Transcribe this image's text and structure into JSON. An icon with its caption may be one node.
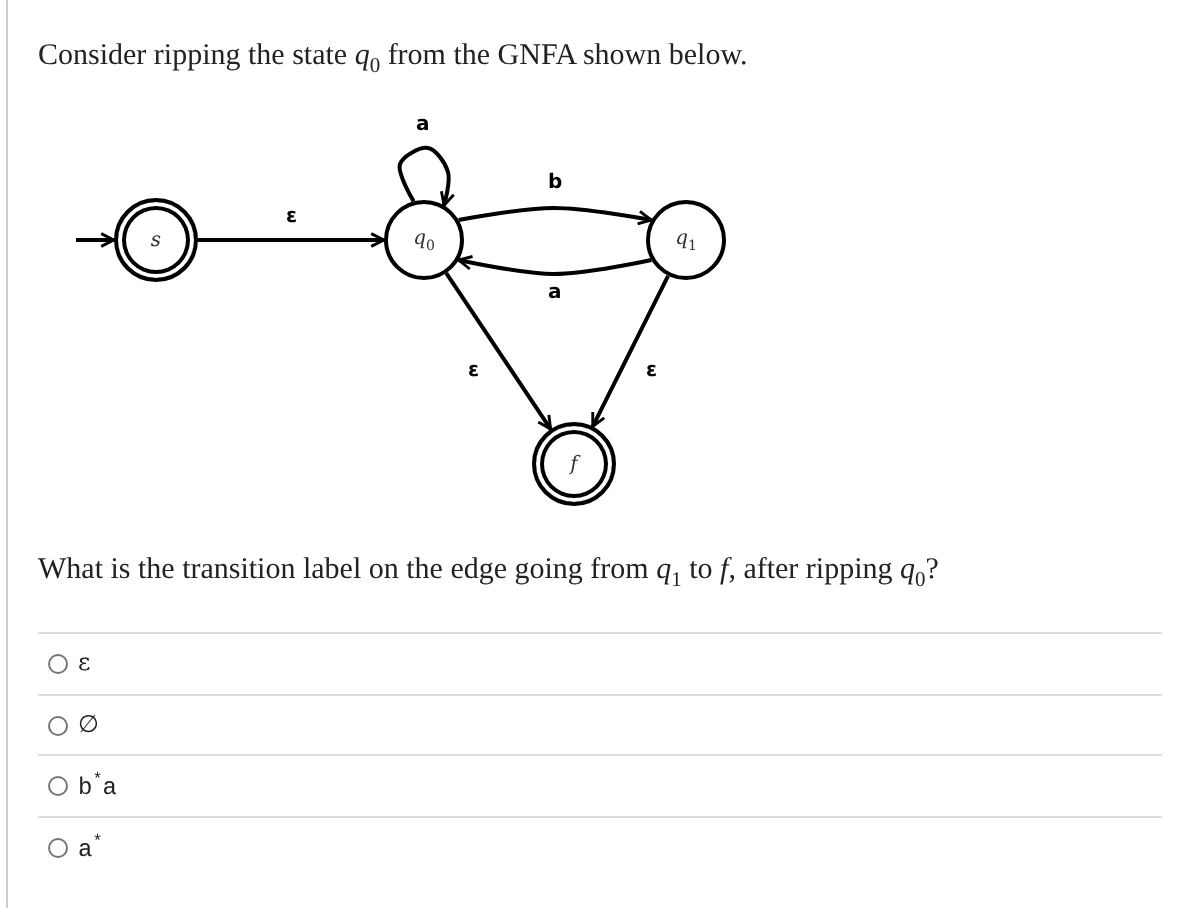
{
  "diagram": {
    "title": "Consider ripping the state *q*$_{0}$ from the GNFA shown below.",
    "nodes": [
      {
        "text": [
          "s"
        ]
      },
      {
        "text": [
          "*q*$_{0}$"
        ]
      },
      {
        "text": [
          "*q*$_{1}$"
        ]
      },
      {
        "text": [
          "f"
        ]
      }
    ],
    "edges": [
      {
        "from": null,
        "to": 0,
        "arrow": "to"
      },
      {
        "from": 0,
        "to": 1,
        "arrow": "to",
        "label": "ε"
      },
      {
        "from": 1,
        "to": 1,
        "arrow": "to",
        "label": "a"
      },
      {
        "from": 1,
        "to": 2,
        "arrow": "to",
        "label": "b"
      },
      {
        "from": 2,
        "to": 1,
        "arrow": "to",
        "label": "a"
      },
      {
        "from": 1,
        "to": 3,
        "arrow": "to",
        "label": "ε"
      },
      {
        "from": 2,
        "to": 3,
        "arrow": "to",
        "label": "ε"
      }
    ],
    "labels": [
      "What is the transition label on the edge going from *q*$_{1}$ to *f*, after ripping *q*$_{0}$?",
      "ε",
      "∅",
      "b$^{*}$a",
      "a$^{*}$"
    ]
  }
}
